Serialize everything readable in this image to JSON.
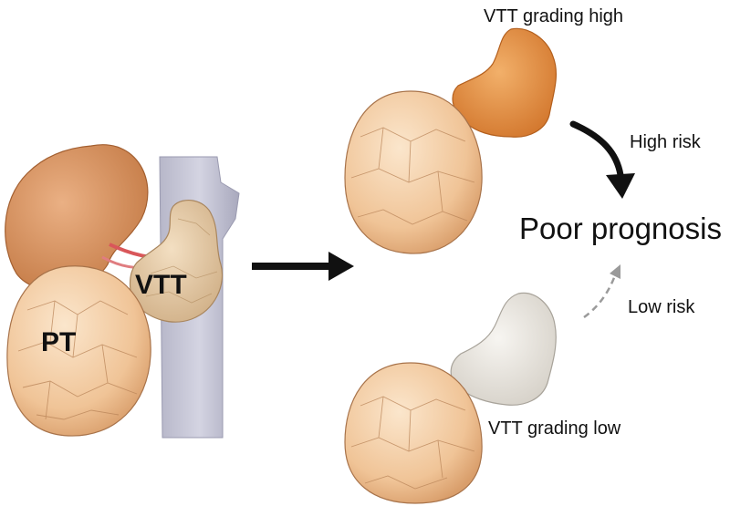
{
  "labels": {
    "pt": "PT",
    "vtt": "VTT",
    "vtt_high": "VTT grading high",
    "vtt_low": "VTT grading low",
    "high_risk": "High risk",
    "low_risk": "Low risk",
    "outcome": "Poor prognosis"
  },
  "colors": {
    "tumor": "#f2c9a0",
    "tumor_line": "#a8734a",
    "kidney": "#d9925c",
    "vein": "#c9c9d8",
    "thrombus_high": "#e08a3a",
    "thrombus_low": "#e6e3de",
    "thrombus_left": "#e5c9a4",
    "arrow_main": "#111111",
    "arrow_low": "#9a9a9a"
  }
}
